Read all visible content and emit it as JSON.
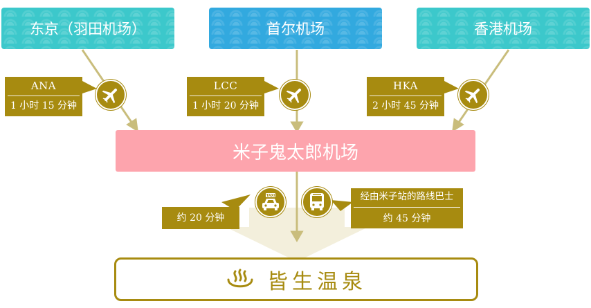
{
  "origins": [
    {
      "name": "东京（羽田机场）"
    },
    {
      "name": "首尔机场"
    },
    {
      "name": "香港机场"
    }
  ],
  "routes": [
    {
      "carrier": "ANA",
      "duration": "1 小时 15 分钟"
    },
    {
      "carrier": "LCC",
      "duration": "1 小时 20 分钟"
    },
    {
      "carrier": "HKA",
      "duration": "2 小时 45 分钟"
    }
  ],
  "hub": {
    "name": "米子鬼太郎机场"
  },
  "taxi": {
    "duration": "约 20 分钟",
    "sign": "TAXI"
  },
  "bus": {
    "route": "经由米子站的路线巴士",
    "duration": "约 45 分钟"
  },
  "destination": {
    "name": "皆生温泉"
  },
  "colors": {
    "gold": "#a78b10",
    "teal": "#3cc8cb",
    "blue": "#32a9df",
    "pink": "#fda4ad",
    "arrow": "#c9bd7c"
  }
}
